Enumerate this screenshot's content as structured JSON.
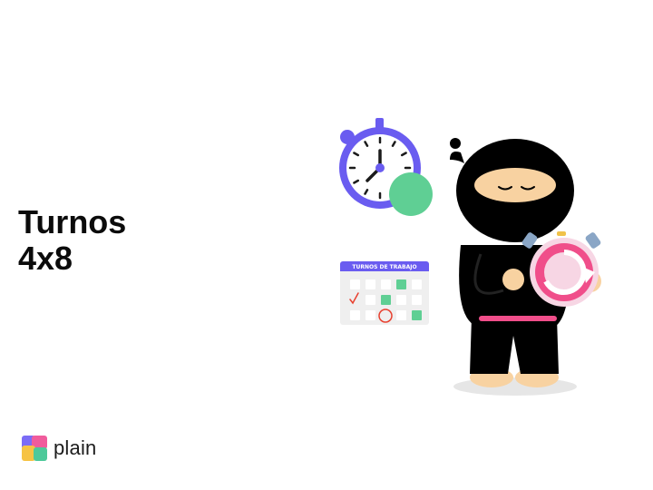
{
  "slide": {
    "title_line1": "Turnos",
    "title_line2": "4x8"
  },
  "illustration": {
    "calendar_header": "TURNOS DE TRABAJO"
  },
  "brand": {
    "name": "plain"
  },
  "colors": {
    "timer_ring": "#6a5cf0",
    "green_dot": "#5fcf94",
    "calendar_header": "#6a5cf0",
    "stopwatch_accent": "#f04e8a",
    "ninja": "#000000",
    "skin": "#f8d2a1"
  },
  "icons": [
    "stopwatch-icon",
    "calendar-icon",
    "ninja-character",
    "plain-logo-icon"
  ]
}
